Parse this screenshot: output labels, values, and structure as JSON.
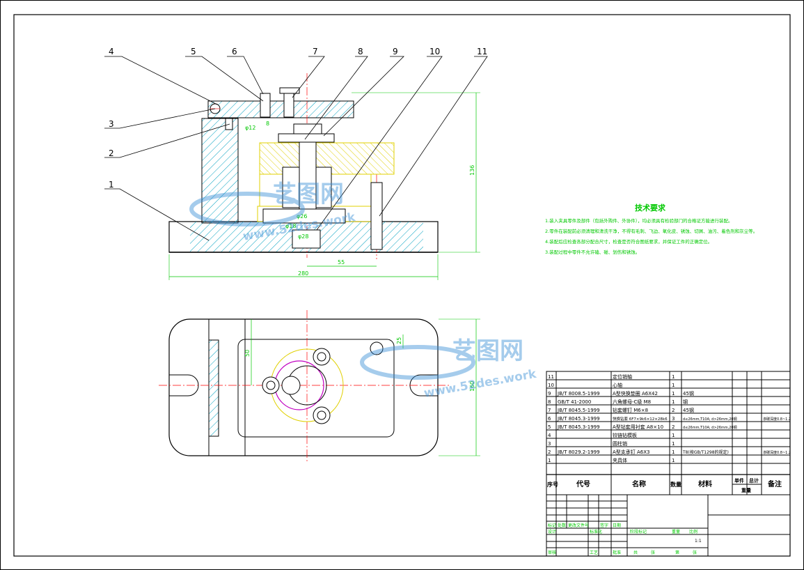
{
  "balloons": [
    "1",
    "2",
    "3",
    "4",
    "5",
    "6",
    "7",
    "8",
    "9",
    "10",
    "11"
  ],
  "dimensions": {
    "total_width": "280",
    "offset_55": "55",
    "height_136": "136",
    "plan_depth": "160",
    "plan_50": "50",
    "plan_25": "25",
    "small_12": "φ12",
    "small_26": "φ26",
    "small_18": "φ18",
    "small_28": "φ28",
    "small_8": "8"
  },
  "tech_req": {
    "title": "技术要求",
    "lines": [
      "1.装入夹具零件及部件（包括外购件、外协件），均必须具有检验部门的合格证方能进行装配。",
      "2.零件在装配前必须清理和清洗干净，不得有毛刺、飞边、氧化皮、锈蚀、切屑、油污、着色剂和灰尘等。",
      "3.装配过程中零件不允许磕、碰、划伤和锈蚀。",
      "4.装配后应检查各部分配合尺寸，检查是否符合图纸要求，并保证工件的正确定位。"
    ]
  },
  "watermark": {
    "brand": "艺图网",
    "url": "www.52des.work"
  },
  "bom": {
    "headers": {
      "no": "序号",
      "code": "代号",
      "name": "名称",
      "qty": "数量",
      "material": "材料",
      "unit_weight": "单件",
      "total_weight": "总计",
      "weight": "重量",
      "remark": "备注"
    },
    "rows": [
      {
        "no": "11",
        "code": "",
        "name": "定位销轴",
        "qty": "1",
        "material": "",
        "remark": ""
      },
      {
        "no": "10",
        "code": "",
        "name": "心轴",
        "qty": "1",
        "material": "",
        "remark": ""
      },
      {
        "no": "9",
        "code": "JB/T 8008.5-1999",
        "name": "A型快换垫圈 A6X42",
        "qty": "1",
        "material": "45钢",
        "remark": ""
      },
      {
        "no": "8",
        "code": "GB/T 41-2000",
        "name": "六角螺母-C级 M8",
        "qty": "1",
        "material": "钢",
        "remark": ""
      },
      {
        "no": "7",
        "code": "JB/T 8045.5-1999",
        "name": "钻套螺钉 M6×8",
        "qty": "2",
        "material": "45钢",
        "remark": ""
      },
      {
        "no": "6",
        "code": "JB/T 8045.3-1999",
        "name": "快换钻套 6F7×9k6×12×28k6",
        "qty": "3",
        "material": "d≤26mm,T10A; d>26mm,20钢",
        "remark": "渗碳深度0.8~1.2"
      },
      {
        "no": "5",
        "code": "JB/T 8045.3-1999",
        "name": "A型钻套用衬套 A8×10",
        "qty": "2",
        "material": "d≤26mm,T10A; d>26mm,20钢",
        "remark": ""
      },
      {
        "no": "4",
        "code": "",
        "name": "铰链钻模板",
        "qty": "1",
        "material": "",
        "remark": ""
      },
      {
        "no": "3",
        "code": "",
        "name": "圆柱销",
        "qty": "1",
        "material": "",
        "remark": ""
      },
      {
        "no": "2",
        "code": "JB/T 8029.2-1999",
        "name": "A型支承钉 A6X3",
        "qty": "1",
        "material": "T8(按GB/T1298的规定)",
        "remark": "渗碳深度0.8~1.2"
      },
      {
        "no": "1",
        "code": "",
        "name": "夹具体",
        "qty": "1",
        "material": "",
        "remark": ""
      }
    ]
  },
  "title_block": {
    "cells": [
      "标记",
      "处数",
      "更改文件号",
      "签字",
      "日期",
      "设计",
      "标准化",
      "审核",
      "工艺",
      "批准",
      "阶段标记",
      "重量",
      "比例",
      "共",
      "张",
      "第",
      "张",
      "1:1"
    ]
  }
}
